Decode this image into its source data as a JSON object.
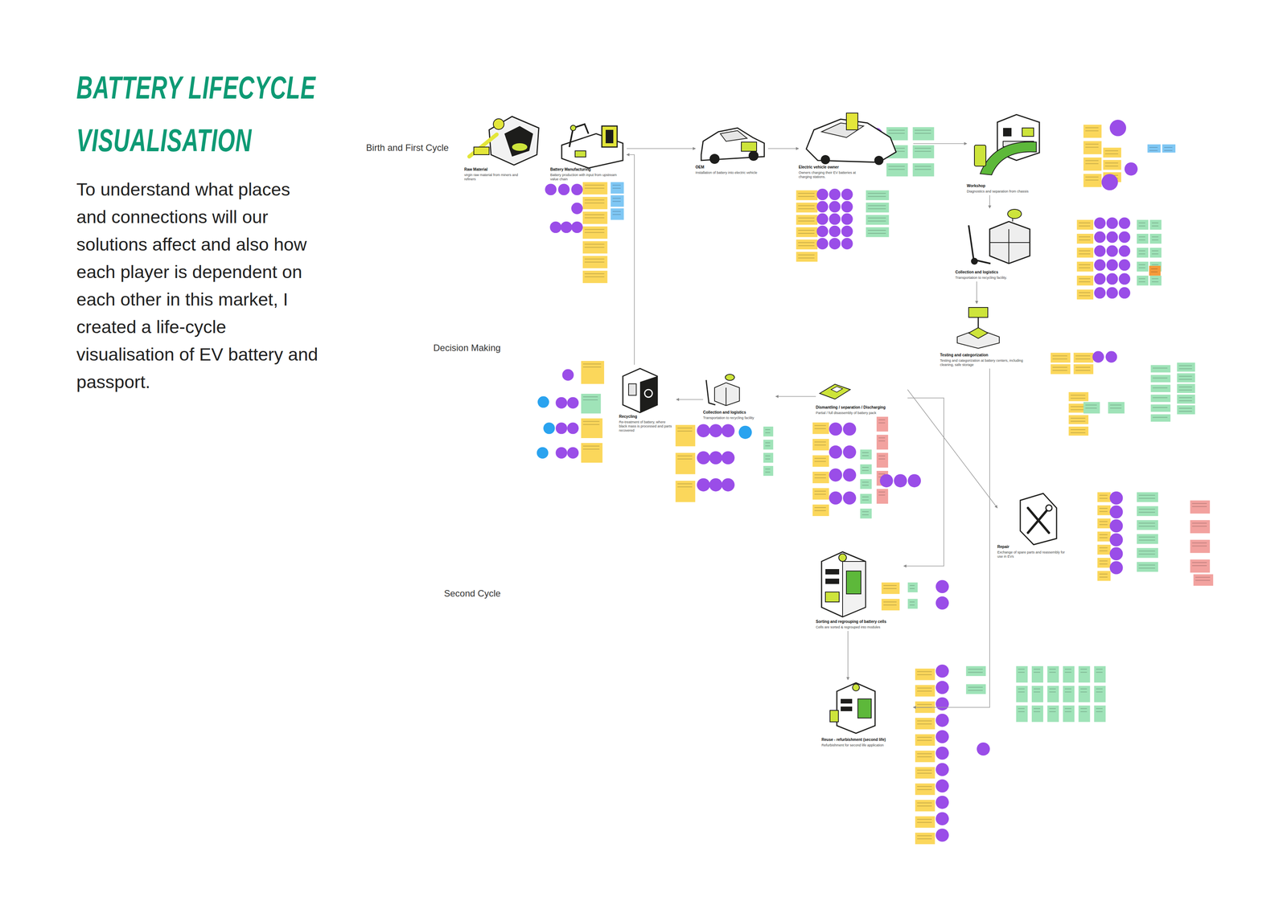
{
  "diagram": {
    "title": "BATTERY LIFECYCLE VISUALISATION",
    "nodes": [
      {
        "text": [
          "Raw Material",
          "virgin raw material from miners and refiners"
        ]
      },
      {
        "text": [
          "Battery Manufacturing",
          "Battery production with input from upstream value chain"
        ]
      },
      {
        "text": [
          "OEM",
          "Installation of battery into electric vehicle"
        ]
      },
      {
        "text": [
          "Electric vehicle owner",
          "Owners charging their EV batteries at charging stations."
        ]
      },
      {
        "text": [
          "Workshop",
          "Diagnostics and separation from chassis"
        ]
      },
      {
        "text": [
          "Collection and logistics",
          "Transportation to recycling facility."
        ]
      },
      {
        "text": [
          "Testing and categorization",
          "Testing and categorization at battery centers, including cleaning, safe storage"
        ]
      },
      {
        "text": [
          "Recycling",
          "Re-treatment of battery, where black mass is processed and parts recovered"
        ]
      },
      {
        "text": [
          "Collection and logistics",
          "Transportation to recycling facility"
        ]
      },
      {
        "text": [
          "Dismantling / separation / Discharging",
          "Partial / full disassembly of battery pack"
        ]
      },
      {
        "text": [
          "Repair",
          "Exchange of spare parts and reassembly for use in EVs"
        ]
      },
      {
        "text": [
          "Sorting and regrouping of battery cells",
          "Cells are sorted & regrouped into modules"
        ]
      },
      {
        "text": [
          "Reuse - refurbishment (second life)",
          "Refurbishment for second life application"
        ]
      }
    ],
    "edges": [
      {
        "from": 1,
        "to": 2,
        "arrow": "to"
      },
      {
        "from": 2,
        "to": 3,
        "arrow": "to"
      },
      {
        "from": 3,
        "to": 4,
        "arrow": "to"
      },
      {
        "from": 4,
        "to": 5,
        "arrow": "to"
      },
      {
        "from": 5,
        "to": 6,
        "arrow": "to"
      },
      {
        "from": 6,
        "to": 12,
        "arrow": "to"
      },
      {
        "from": 9,
        "to": 8,
        "arrow": "to"
      },
      {
        "from": 8,
        "to": 7,
        "arrow": "to"
      },
      {
        "from": 7,
        "to": 1,
        "arrow": "to"
      },
      {
        "from": 9,
        "to": 10,
        "arrow": "to"
      },
      {
        "from": 9,
        "to": 11,
        "arrow": "to"
      },
      {
        "from": 11,
        "to": 12,
        "arrow": "to"
      }
    ],
    "labels": [
      "To understand what places and connections will our solutions affect and also how each player is dependent on each other in this market, I created a life-cycle visualisation of EV battery and passport.",
      "Birth and First Cycle",
      "Decision Making",
      "Second Cycle"
    ]
  }
}
